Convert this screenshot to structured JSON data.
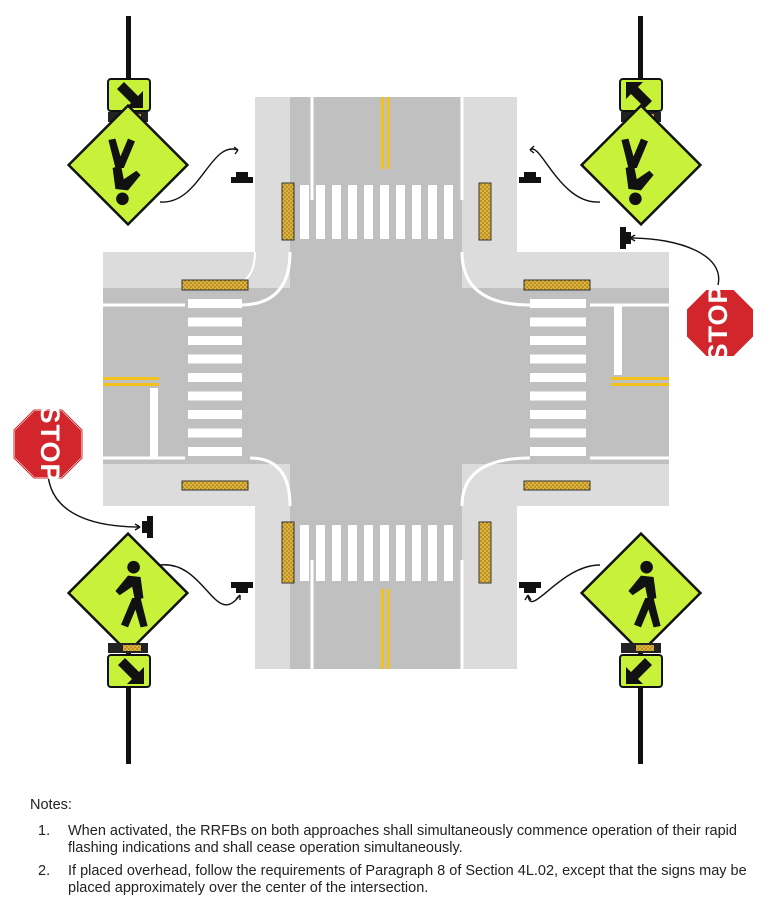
{
  "diagram": {
    "stop_sign_text": "STOP"
  },
  "notes": {
    "title": "Notes:",
    "items": [
      {
        "num": "1.",
        "text": "When activated, the RRFBs on both approaches shall simultaneously commence operation of their rapid flashing indications and shall cease operation simultaneously."
      },
      {
        "num": "2.",
        "text": "If placed overhead, follow the requirements of Paragraph 8 of Section 4L.02, except that the signs may be placed approximately over the center of the intersection."
      }
    ]
  },
  "colors": {
    "sign_yellow": "#c8f23a",
    "stop_red": "#d2252c",
    "pavement": "#c0c0c0",
    "sidewalk": "#dcdcdc",
    "centerline": "#f2c21b"
  }
}
